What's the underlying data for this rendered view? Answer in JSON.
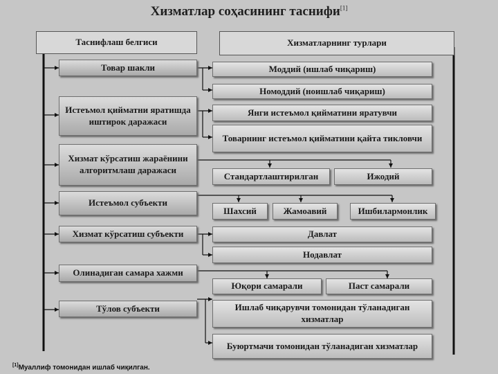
{
  "title": {
    "text": "Хизматлар соҳасининг таснифи",
    "ref": "[1]"
  },
  "headers": {
    "criteria": "Таснифлаш белгиси",
    "types": "Хизматларнинг турлари"
  },
  "criteria": [
    "Товар шакли",
    "Истеъмол қийматни яратишда иштирок даражаси",
    "Хизмат кўрсатиш жараёнини алгоритмлаш даражаси",
    "Истеъмол субъекти",
    "Хизмат кўрсатиш субъекти",
    "Олинадиган самара хажми",
    "Тўлов субъекти"
  ],
  "types": [
    "Моддий (ишлаб чиқариш)",
    "Номоддий (ноишлаб чиқариш)",
    "Янги истеъмол қийматини яратувчи",
    "Товарнинг истеъмол қийматини қайта тикловчи",
    "Стандартлаштирилган",
    "Ижодий",
    "Шахсий",
    "Жамоавий",
    "Ишбилармонлик",
    "Давлат",
    "Нодавлат",
    "Юқори самарали",
    "Паст самарали",
    "Ишлаб чиқарувчи томонидан тўланадиган хизматлар",
    "Буюртмачи томонидан тўланадиган хизматлар"
  ],
  "footnote": {
    "ref": "[1]",
    "text": "Муаллиф томонидан ишлаб чиқилган."
  }
}
